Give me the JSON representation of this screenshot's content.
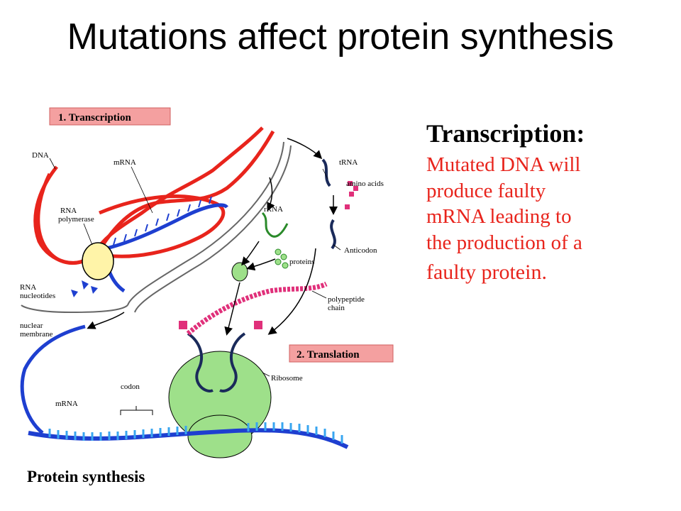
{
  "title": "Mutations affect protein synthesis",
  "diagram": {
    "step1_label": "1. Transcription",
    "step2_label": "2. Translation",
    "labels": {
      "dna": "DNA",
      "mrna_top": "mRNA",
      "rna_polymerase_1": "RNA",
      "rna_polymerase_2": "polymerase",
      "rna_nucleotides_1": "RNA",
      "rna_nucleotides_2": "nucleotides",
      "nuclear_membrane_1": "nuclear",
      "nuclear_membrane_2": "membrane",
      "rrna": "rRNA",
      "trna": "tRNA",
      "amino_acids": "amino acids",
      "anticodon": "Anticodon",
      "proteins": "proteins",
      "polypeptide_1": "polypeptide",
      "polypeptide_2": "chain",
      "ribosome": "Ribosome",
      "codon": "codon",
      "mrna_bottom": "mRNA"
    },
    "caption": "Protein synthesis"
  },
  "side": {
    "heading": "Transcription:",
    "lines": [
      "Mutated DNA will",
      "produce faulty",
      "mRNA leading to",
      "the production of a",
      "faulty protein."
    ]
  },
  "colors": {
    "dna_strand": "#e8241c",
    "mrna_strand": "#1e3fd0",
    "ribosome": "#9ee08a",
    "label_box": "#f4a0a0",
    "polypeptide": "#e0307a",
    "side_text": "#e8241c"
  }
}
